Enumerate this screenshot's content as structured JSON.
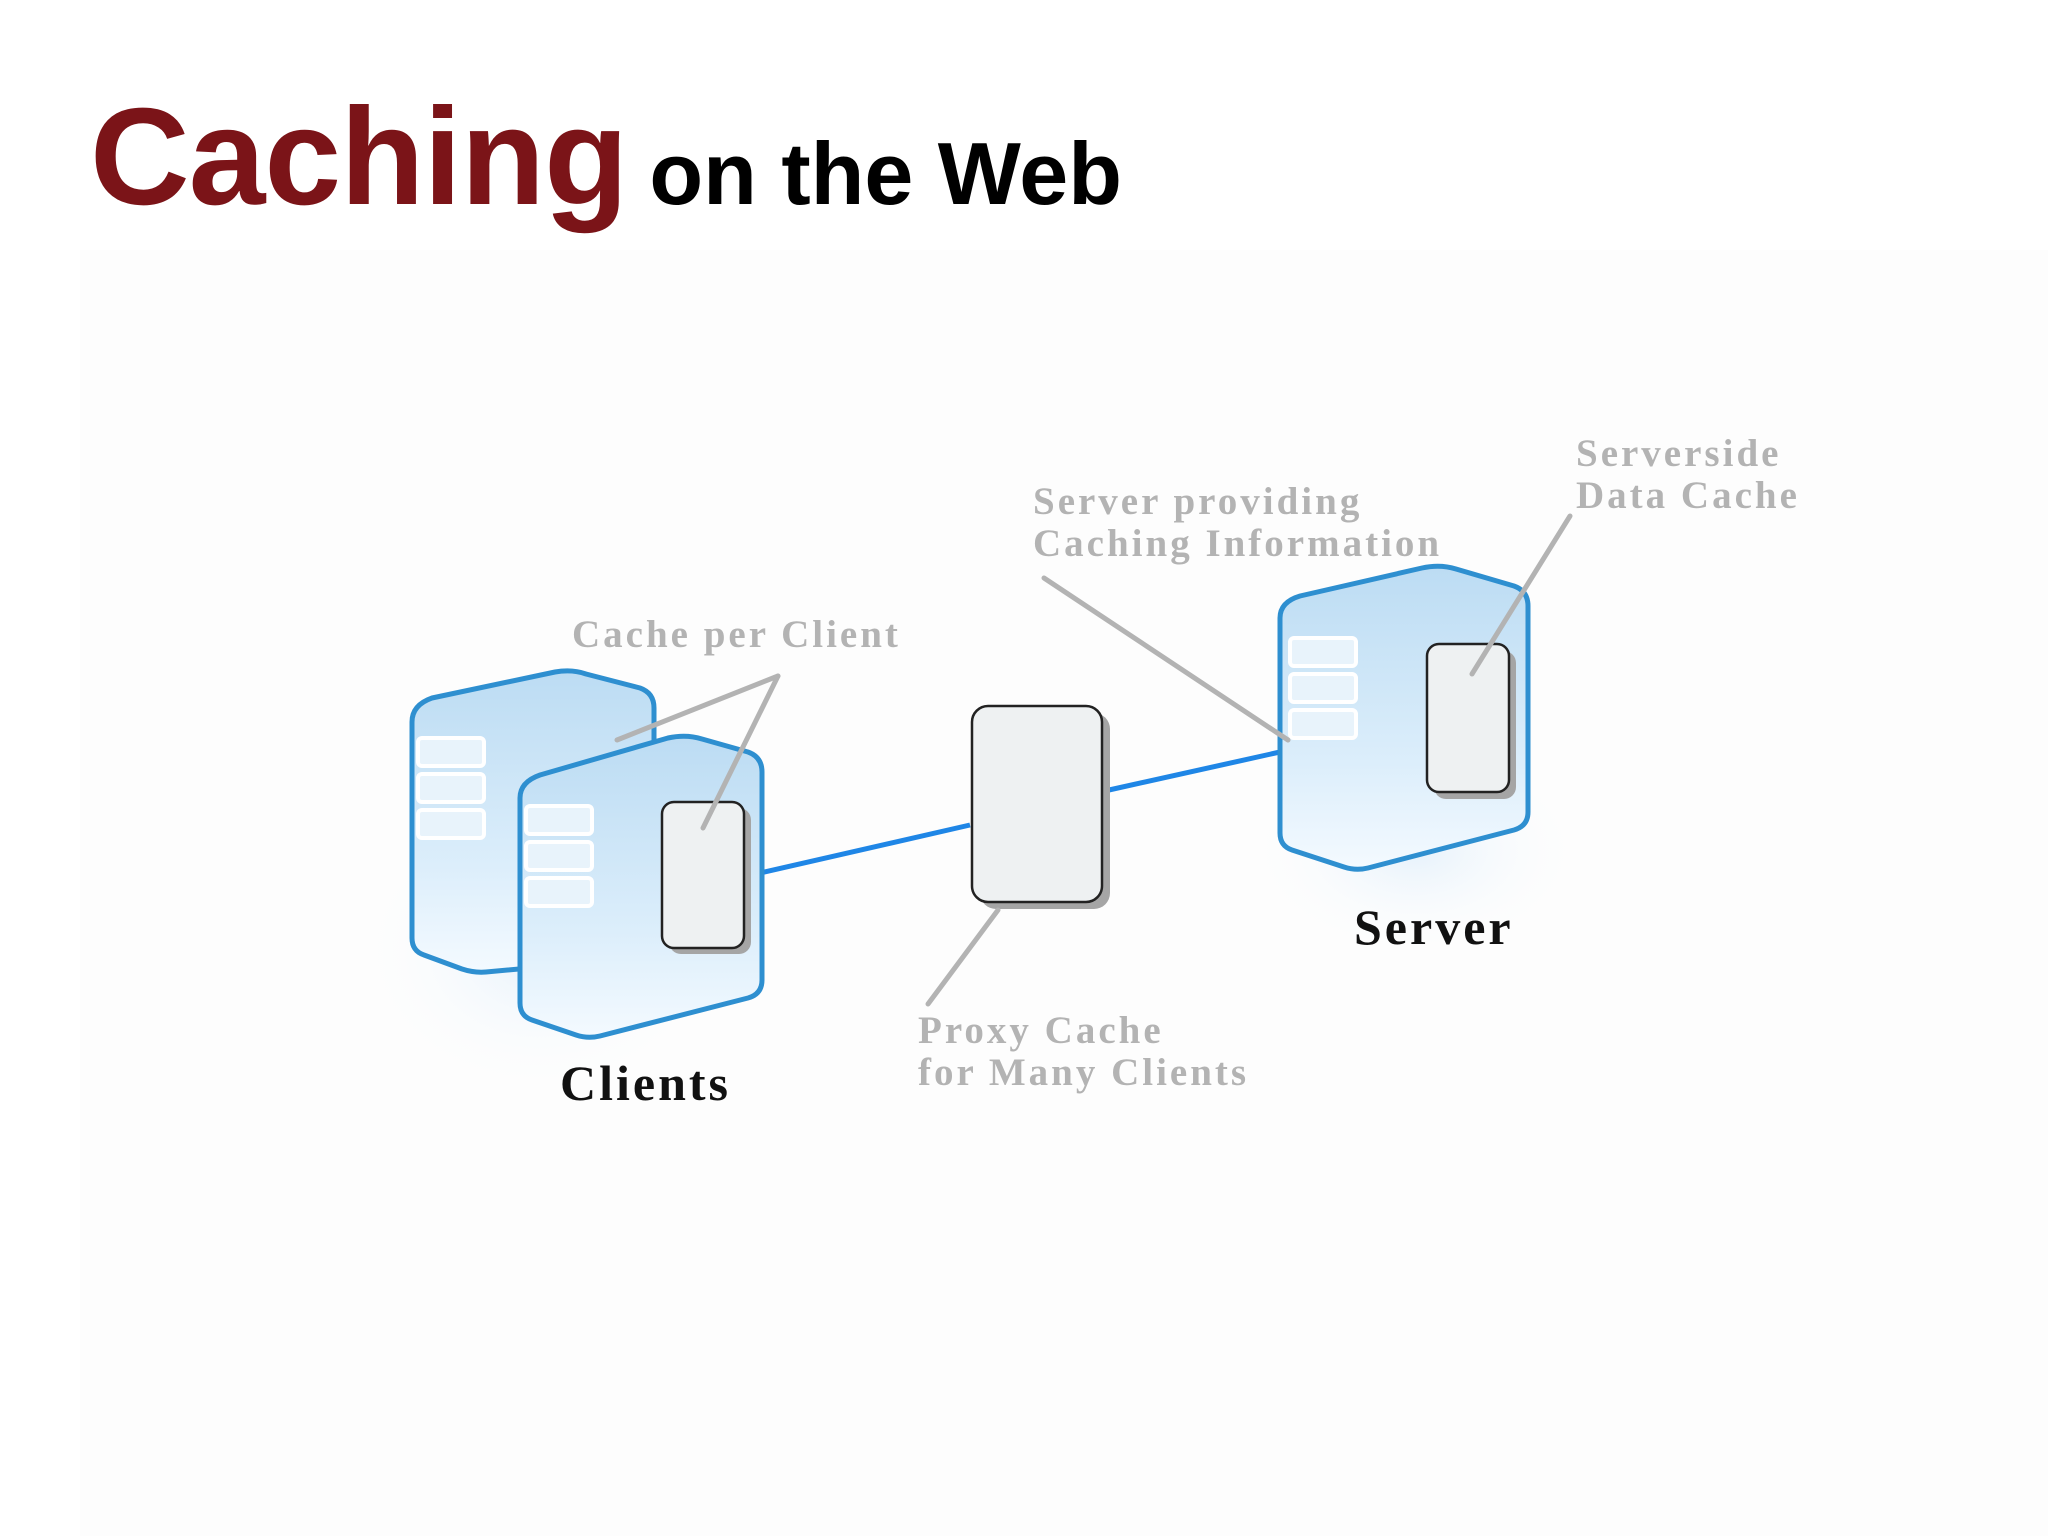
{
  "title": {
    "main": "Caching",
    "rest": "on the Web"
  },
  "labels": {
    "cache_per_client": "Cache per Client",
    "server_providing_line1": "Server providing",
    "server_providing_line2": "Caching Information",
    "serverside_line1": "Serverside",
    "serverside_line2": "Data Cache",
    "proxy_line1": "Proxy Cache",
    "proxy_line2": "for Many Clients",
    "clients": "Clients",
    "server": "Server"
  },
  "colors": {
    "title_accent": "#7b1418",
    "link_line": "#1f86e6",
    "callout_text": "#b3b3b3",
    "server_outline": "#2e8fd0",
    "server_fill": "#cfe6f7"
  },
  "icons": {
    "client_server_back": "server-tower-icon",
    "client_server_front": "server-tower-icon",
    "proxy_cache": "cache-box-icon",
    "origin_server": "server-tower-icon"
  }
}
